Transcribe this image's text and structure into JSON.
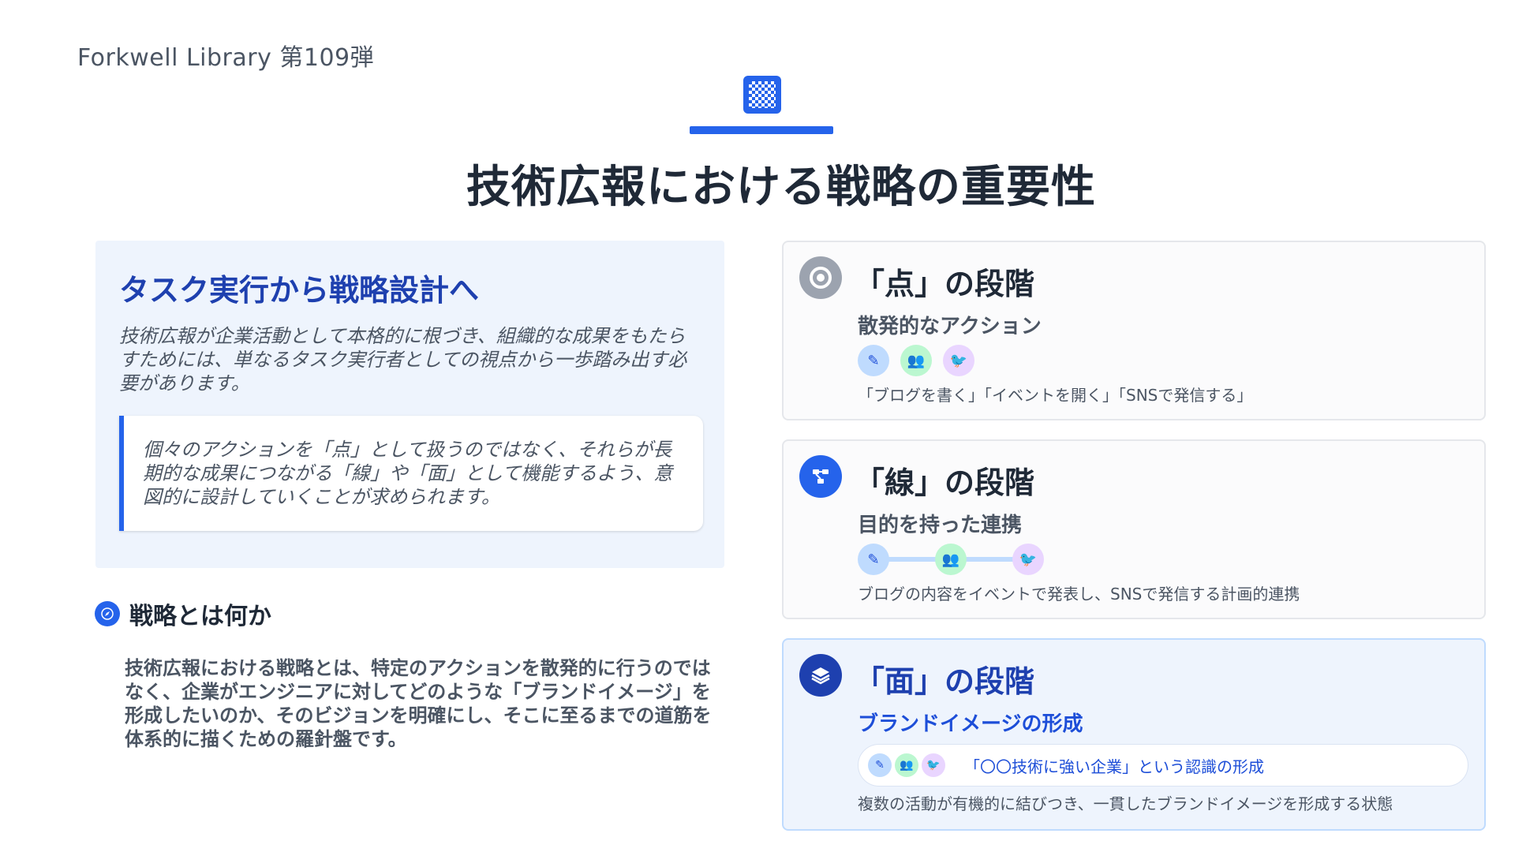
{
  "header": {
    "series": "Forkwell Library 第109弾",
    "title": "技術広報における戦略の重要性"
  },
  "left": {
    "heading": "タスク実行から戦略設計へ",
    "intro": "技術広報が企業活動として本格的に根づき、組織的な成果をもたらすためには、単なるタスク実行者としての視点から一歩踏み出す必要があります。",
    "quote": "個々のアクションを「点」として扱うのではなく、それらが長期的な成果につながる「線」や「面」として機能するよう、意図的に設計していくことが求められます。",
    "strategy_heading": "戦略とは何か",
    "strategy_body": "技術広報における戦略とは、特定のアクションを散発的に行うのではなく、企業がエンジニアに対してどのような「ブランドイメージ」を形成したいのか、そのビジョンを明確にし、そこに至るまでの道筋を体系的に描くための羅針盤です。"
  },
  "stages": [
    {
      "title": "「点」の段階",
      "subtitle": "散発的なアクション",
      "description": "「ブログを書く」「イベントを開く」「SNSで発信する」",
      "badge_color": "#9ca3af",
      "icons": [
        "pencil-icon",
        "group-icon",
        "twitter-icon"
      ]
    },
    {
      "title": "「線」の段階",
      "subtitle": "目的を持った連携",
      "description": "ブログの内容をイベントで発表し、SNSで発信する計画的連携",
      "badge_color": "#2563eb",
      "icons": [
        "pencil-icon",
        "group-icon",
        "twitter-icon"
      ]
    },
    {
      "title": "「面」の段階",
      "subtitle": "ブランドイメージの形成",
      "pill_text": "「〇〇技術に強い企業」という認識の形成",
      "description": "複数の活動が有機的に結びつき、一貫したブランドイメージを形成する状態",
      "badge_color": "#1e40af",
      "icons": [
        "pencil-icon",
        "group-icon",
        "twitter-icon"
      ]
    }
  ],
  "colors": {
    "accent": "#2563eb",
    "accent_dark": "#1e40af",
    "panel_bg": "#eef4fd"
  }
}
